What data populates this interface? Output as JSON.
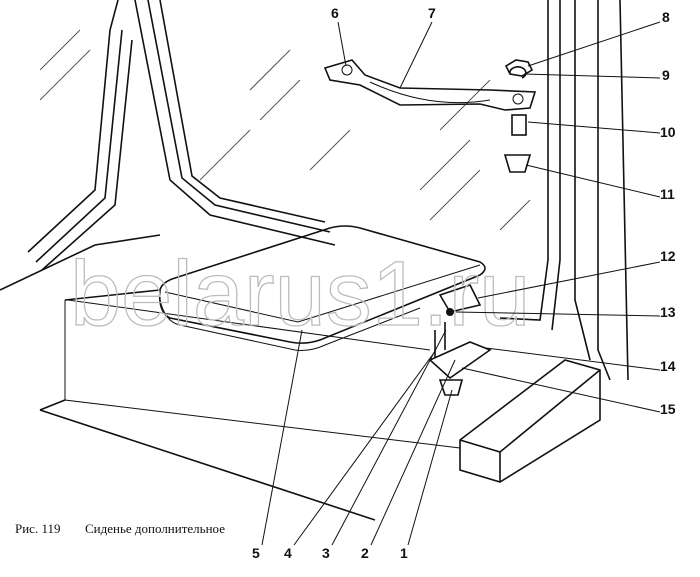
{
  "caption": {
    "figure": "Рис. 119",
    "title": "Сиденье дополнительное"
  },
  "watermark": "belarus1.ru",
  "callouts": {
    "c1": "1",
    "c2": "2",
    "c3": "3",
    "c4": "4",
    "c5": "5",
    "c6": "6",
    "c7": "7",
    "c8": "8",
    "c9": "9",
    "c10": "10",
    "c11": "11",
    "c12": "12",
    "c13": "13",
    "c14": "14",
    "c15": "15"
  }
}
